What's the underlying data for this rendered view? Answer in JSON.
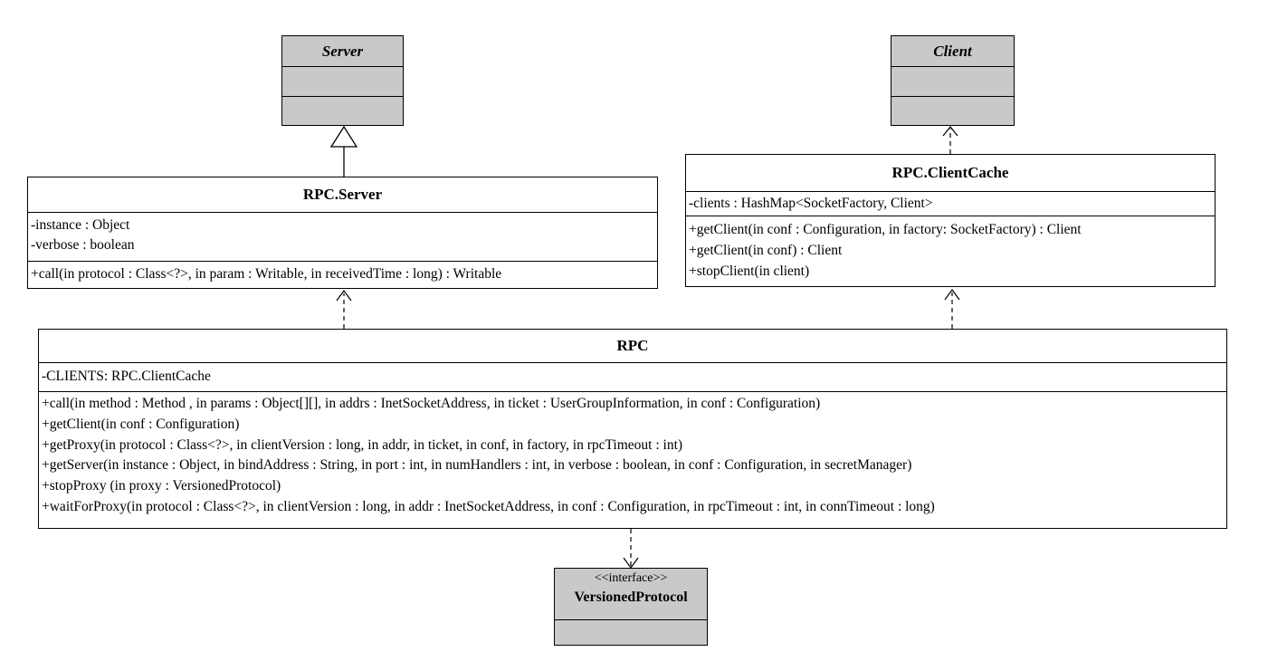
{
  "classes": {
    "server": {
      "name": "Server"
    },
    "client": {
      "name": "Client"
    },
    "rpc_server": {
      "name": "RPC.Server",
      "attributes": [
        "-instance : Object",
        "-verbose : boolean"
      ],
      "operations": [
        "+call(in protocol : Class<?>, in param : Writable, in receivedTime : long) : Writable"
      ]
    },
    "rpc_client_cache": {
      "name": "RPC.ClientCache",
      "attributes": [
        "-clients : HashMap<SocketFactory, Client>"
      ],
      "operations": [
        "+getClient(in conf : Configuration,  in factory: SocketFactory) : Client",
        "+getClient(in conf) : Client",
        "+stopClient(in client)"
      ]
    },
    "rpc": {
      "name": "RPC",
      "attributes": [
        "-CLIENTS: RPC.ClientCache"
      ],
      "operations": [
        "+call(in method : Method , in params : Object[][], in addrs : InetSocketAddress, in ticket : UserGroupInformation, in conf : Configuration)",
        "+getClient(in conf : Configuration)",
        "+getProxy(in protocol : Class<?>, in clientVersion : long, in addr, in ticket, in conf, in factory, in rpcTimeout : int)",
        "+getServer(in instance : Object, in bindAddress : String, in port : int, in numHandlers : int, in verbose : boolean, in conf : Configuration, in secretManager)",
        "+stopProxy (in proxy : VersionedProtocol)",
        "+waitForProxy(in protocol : Class<?>, in clientVersion : long, in addr : InetSocketAddress, in conf : Configuration, in rpcTimeout : int, in connTimeout : long)"
      ]
    },
    "versioned_protocol": {
      "stereotype": "<<interface>>",
      "name": "VersionedProtocol"
    }
  },
  "colors": {
    "abstract_fill": "#c9c9c9",
    "line": "#000000",
    "background": "#ffffff"
  }
}
